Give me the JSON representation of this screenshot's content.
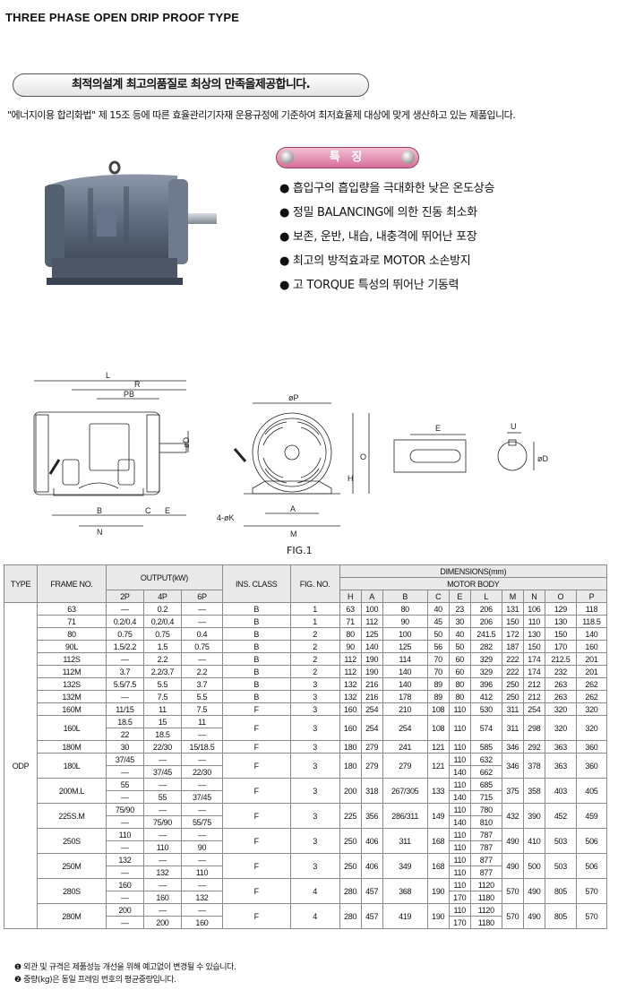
{
  "page": {
    "title": "THREE PHASE OPEN DRIP PROOF TYPE",
    "slogan": "최적의설계 최고의품질로 최상의 만족을제공합니다.",
    "notice": "\"에너지이용 합리화법\" 제 15조 등에 따른 효율관리기자재 운용규정에 기준하여 최저효율제 대상에 맞게 생산하고 있는 제품입니다."
  },
  "features": {
    "heading": "특 징",
    "items": [
      "흡입구의 흡입량을 극대화한 낮은 온도상승",
      "정밀 BALANCING에 의한 진동 최소화",
      "보존, 운반, 내습, 내충격에 뛰어난 포장",
      "최고의 방적효과로 MOTOR 소손방지",
      "고 TORQUE 특성의 뛰어난 기동력"
    ]
  },
  "diagram": {
    "labels": {
      "L": "L",
      "R": "R",
      "PB": "PB",
      "D": "øD",
      "B": "B",
      "C": "C",
      "E": "E",
      "N": "N",
      "P": "øP",
      "O": "O",
      "H": "H",
      "K": "4-øK",
      "A": "A",
      "M": "M",
      "E2": "E",
      "U": "U",
      "D2": "øD"
    },
    "caption": "FIG.1"
  },
  "table": {
    "h_type": "TYPE",
    "h_frame": "FRAME NO.",
    "h_output": "OUTPUT(kW)",
    "h_ins": "INS. CLASS",
    "h_fig": "FIG. NO.",
    "h_dims": "DIMENSIONS(mm)",
    "h_body": "MOTOR BODY",
    "poles": [
      "2P",
      "4P",
      "6P"
    ],
    "dim_cols": [
      "H",
      "A",
      "B",
      "C",
      "E",
      "L",
      "M",
      "N",
      "O",
      "P"
    ],
    "type_value": "ODP",
    "rows": [
      {
        "frame": "63",
        "lines": [
          [
            "—",
            "0.2",
            "—"
          ]
        ],
        "ins": "B",
        "fig": "1",
        "d1": [
          "63",
          "100",
          "80",
          "40"
        ],
        "eL": [
          [
            "23",
            "206"
          ]
        ],
        "d2": [
          "131",
          "106",
          "129",
          "118"
        ]
      },
      {
        "frame": "71",
        "lines": [
          [
            "0.2/0.4",
            "0.2/0.4",
            "—"
          ]
        ],
        "ins": "B",
        "fig": "1",
        "d1": [
          "71",
          "112",
          "90",
          "45"
        ],
        "eL": [
          [
            "30",
            "206"
          ]
        ],
        "d2": [
          "150",
          "110",
          "130",
          "118.5"
        ]
      },
      {
        "frame": "80",
        "lines": [
          [
            "0.75",
            "0.75",
            "0.4"
          ]
        ],
        "ins": "B",
        "fig": "2",
        "d1": [
          "80",
          "125",
          "100",
          "50"
        ],
        "eL": [
          [
            "40",
            "241.5"
          ]
        ],
        "d2": [
          "172",
          "130",
          "150",
          "140"
        ]
      },
      {
        "frame": "90L",
        "lines": [
          [
            "1.5/2.2",
            "1.5",
            "0.75"
          ]
        ],
        "ins": "B",
        "fig": "2",
        "d1": [
          "90",
          "140",
          "125",
          "56"
        ],
        "eL": [
          [
            "50",
            "282"
          ]
        ],
        "d2": [
          "187",
          "150",
          "170",
          "160"
        ]
      },
      {
        "frame": "112S",
        "lines": [
          [
            "—",
            "2.2",
            "—"
          ]
        ],
        "ins": "B",
        "fig": "2",
        "d1": [
          "112",
          "190",
          "114",
          "70"
        ],
        "eL": [
          [
            "60",
            "329"
          ]
        ],
        "d2": [
          "222",
          "174",
          "212.5",
          "201"
        ]
      },
      {
        "frame": "112M",
        "lines": [
          [
            "3.7",
            "2.2/3.7",
            "2.2"
          ]
        ],
        "ins": "B",
        "fig": "2",
        "d1": [
          "112",
          "190",
          "140",
          "70"
        ],
        "eL": [
          [
            "60",
            "329"
          ]
        ],
        "d2": [
          "222",
          "174",
          "232",
          "201"
        ]
      },
      {
        "frame": "132S",
        "lines": [
          [
            "5.5/7.5",
            "5.5",
            "3.7"
          ]
        ],
        "ins": "B",
        "fig": "3",
        "d1": [
          "132",
          "216",
          "140",
          "89"
        ],
        "eL": [
          [
            "80",
            "396"
          ]
        ],
        "d2": [
          "250",
          "212",
          "263",
          "262"
        ]
      },
      {
        "frame": "132M",
        "lines": [
          [
            "—",
            "7.5",
            "5.5"
          ]
        ],
        "ins": "B",
        "fig": "3",
        "d1": [
          "132",
          "216",
          "178",
          "89"
        ],
        "eL": [
          [
            "80",
            "412"
          ]
        ],
        "d2": [
          "250",
          "212",
          "263",
          "262"
        ]
      },
      {
        "frame": "160M",
        "lines": [
          [
            "11/15",
            "11",
            "7.5"
          ]
        ],
        "ins": "F",
        "fig": "3",
        "d1": [
          "160",
          "254",
          "210",
          "108"
        ],
        "eL": [
          [
            "110",
            "530"
          ]
        ],
        "d2": [
          "311",
          "254",
          "320",
          "320"
        ]
      },
      {
        "frame": "160L",
        "lines": [
          [
            "18.5",
            "15",
            "11"
          ],
          [
            "22",
            "18.5",
            "—"
          ]
        ],
        "ins": "F",
        "fig": "3",
        "d1": [
          "160",
          "254",
          "254",
          "108"
        ],
        "eL": [
          [
            "110",
            "574"
          ]
        ],
        "d2": [
          "311",
          "298",
          "320",
          "320"
        ]
      },
      {
        "frame": "180M",
        "lines": [
          [
            "30",
            "22/30",
            "15/18.5"
          ]
        ],
        "ins": "F",
        "fig": "3",
        "d1": [
          "180",
          "279",
          "241",
          "121"
        ],
        "eL": [
          [
            "110",
            "585"
          ]
        ],
        "d2": [
          "346",
          "292",
          "363",
          "360"
        ]
      },
      {
        "frame": "180L",
        "lines": [
          [
            "37/45",
            "—",
            "—"
          ],
          [
            "—",
            "37/45",
            "22/30"
          ]
        ],
        "ins": "F",
        "fig": "3",
        "d1": [
          "180",
          "279",
          "279",
          "121"
        ],
        "eL": [
          [
            "110",
            "632"
          ],
          [
            "140",
            "662"
          ]
        ],
        "d2": [
          "346",
          "378",
          "363",
          "360"
        ]
      },
      {
        "frame": "200M.L",
        "lines": [
          [
            "55",
            "—",
            "—"
          ],
          [
            "—",
            "55",
            "37/45"
          ]
        ],
        "ins": "F",
        "fig": "3",
        "d1": [
          "200",
          "318",
          "267/305",
          "133"
        ],
        "eL": [
          [
            "110",
            "685"
          ],
          [
            "140",
            "715"
          ]
        ],
        "d2": [
          "375",
          "358",
          "403",
          "405"
        ]
      },
      {
        "frame": "225S.M",
        "lines": [
          [
            "75/90",
            "—",
            "—"
          ],
          [
            "—",
            "75/90",
            "55/75"
          ]
        ],
        "ins": "F",
        "fig": "3",
        "d1": [
          "225",
          "356",
          "286/311",
          "149"
        ],
        "eL": [
          [
            "110",
            "780"
          ],
          [
            "140",
            "810"
          ]
        ],
        "d2": [
          "432",
          "390",
          "452",
          "459"
        ]
      },
      {
        "frame": "250S",
        "lines": [
          [
            "110",
            "—",
            "—"
          ],
          [
            "—",
            "110",
            "90"
          ]
        ],
        "ins": "F",
        "fig": "3",
        "d1": [
          "250",
          "406",
          "311",
          "168"
        ],
        "eL": [
          [
            "110",
            "787"
          ],
          [
            "110",
            "787"
          ]
        ],
        "d2": [
          "490",
          "410",
          "503",
          "506"
        ]
      },
      {
        "frame": "250M",
        "lines": [
          [
            "132",
            "—",
            "—"
          ],
          [
            "—",
            "132",
            "110"
          ]
        ],
        "ins": "F",
        "fig": "3",
        "d1": [
          "250",
          "406",
          "349",
          "168"
        ],
        "eL": [
          [
            "110",
            "877"
          ],
          [
            "110",
            "877"
          ]
        ],
        "d2": [
          "490",
          "500",
          "503",
          "506"
        ]
      },
      {
        "frame": "280S",
        "lines": [
          [
            "160",
            "—",
            "—"
          ],
          [
            "—",
            "160",
            "132"
          ]
        ],
        "ins": "F",
        "fig": "4",
        "d1": [
          "280",
          "457",
          "368",
          "190"
        ],
        "eL": [
          [
            "110",
            "1120"
          ],
          [
            "170",
            "1180"
          ]
        ],
        "d2": [
          "570",
          "490",
          "805",
          "570"
        ]
      },
      {
        "frame": "280M",
        "lines": [
          [
            "200",
            "—",
            "—"
          ],
          [
            "—",
            "200",
            "160"
          ]
        ],
        "ins": "F",
        "fig": "4",
        "d1": [
          "280",
          "457",
          "419",
          "190"
        ],
        "eL": [
          [
            "110",
            "1120"
          ],
          [
            "170",
            "1180"
          ]
        ],
        "d2": [
          "570",
          "490",
          "805",
          "570"
        ]
      }
    ]
  },
  "footnotes": [
    "❶ 외관 및 규격은 제품성능 개선을 위해 예고없이 변경될 수 있습니다.",
    "❷ 중량(kg)은 동일 프레임 번호의 평균중량입니다."
  ]
}
